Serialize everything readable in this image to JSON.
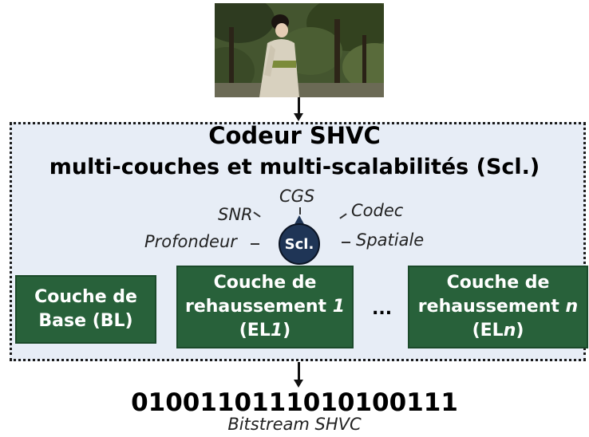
{
  "encoder": {
    "title_line1": "Codeur SHVC",
    "title_line2": "multi-couches et multi-scalabilités (Scl.)"
  },
  "scalability": {
    "center": "Scl.",
    "cgs": "CGS",
    "snr": "SNR",
    "codec": "Codec",
    "profondeur": "Profondeur",
    "spatiale": "Spatiale"
  },
  "layers": {
    "base": {
      "line1": "Couche de",
      "line2": "Base (BL)"
    },
    "enh1": {
      "line1": "Couche de",
      "line2_text": "rehaussement ",
      "line2_num": "1",
      "line3_open": "(EL",
      "line3_num": "1",
      "line3_close": ")"
    },
    "ellipsis": "...",
    "enhn": {
      "line1": "Couche de",
      "line2_text": "rehaussement ",
      "line2_num": "n",
      "line3_open": "(EL",
      "line3_num": "n",
      "line3_close": ")"
    }
  },
  "bitstream": {
    "bits": "0100110111010100111",
    "caption": "Bitstream SHVC"
  },
  "colors": {
    "box_fill": "#e7edf6",
    "layer_green": "#28613a",
    "scl_circle": "#1f3556"
  }
}
